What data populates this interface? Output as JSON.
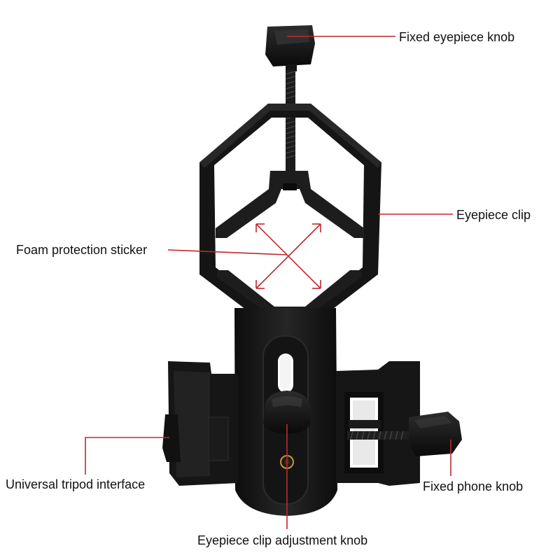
{
  "labels": {
    "fixed_eyepiece_knob": "Fixed eyepiece knob",
    "eyepiece_clip": "Eyepiece clip",
    "foam_protection_sticker": "Foam protection sticker",
    "universal_tripod_interface": "Universal tripod interface",
    "fixed_phone_knob": "Fixed phone knob",
    "eyepiece_clip_adjustment_knob": "Eyepiece clip adjustment knob"
  },
  "colors": {
    "leader_line": "#c0282d",
    "device_body": "#1a1a1a",
    "device_highlight": "#3a3a3a",
    "background": "#ffffff"
  },
  "icons": {
    "device": "phone-adapter-photo"
  }
}
